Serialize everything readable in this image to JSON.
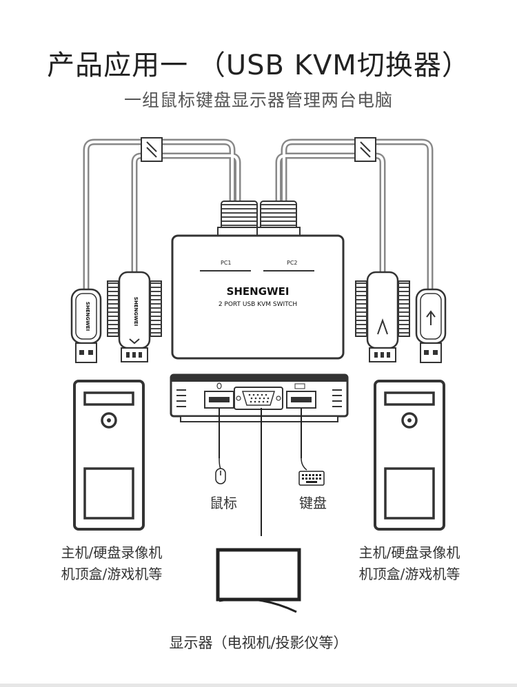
{
  "heading": {
    "title": "产品应用一 （USB KVM切换器）",
    "subtitle": "一组鼠标键盘显示器管理两台电脑"
  },
  "device": {
    "port_left": "PC1",
    "port_right": "PC2",
    "brand": "SHENGWEI",
    "model": "2 PORT USB KVM SWITCH",
    "cable_brand": "SHENGWEI"
  },
  "peripherals": {
    "mouse_label": "鼠标",
    "keyboard_label": "键盘"
  },
  "computers": {
    "left_caption_line1": "主机/硬盘录像机",
    "left_caption_line2": "机顶盒/游戏机等",
    "right_caption_line1": "主机/硬盘录像机",
    "right_caption_line2": "机顶盒/游戏机等"
  },
  "display": {
    "caption": "显示器（电视机/投影仪等）"
  },
  "colors": {
    "outline": "#333333",
    "cable": "#888888"
  },
  "icons": [
    "mouse-icon",
    "keyboard-icon",
    "monitor-icon",
    "pc-tower-icon",
    "vga-connector-icon",
    "usb-connector-icon"
  ]
}
